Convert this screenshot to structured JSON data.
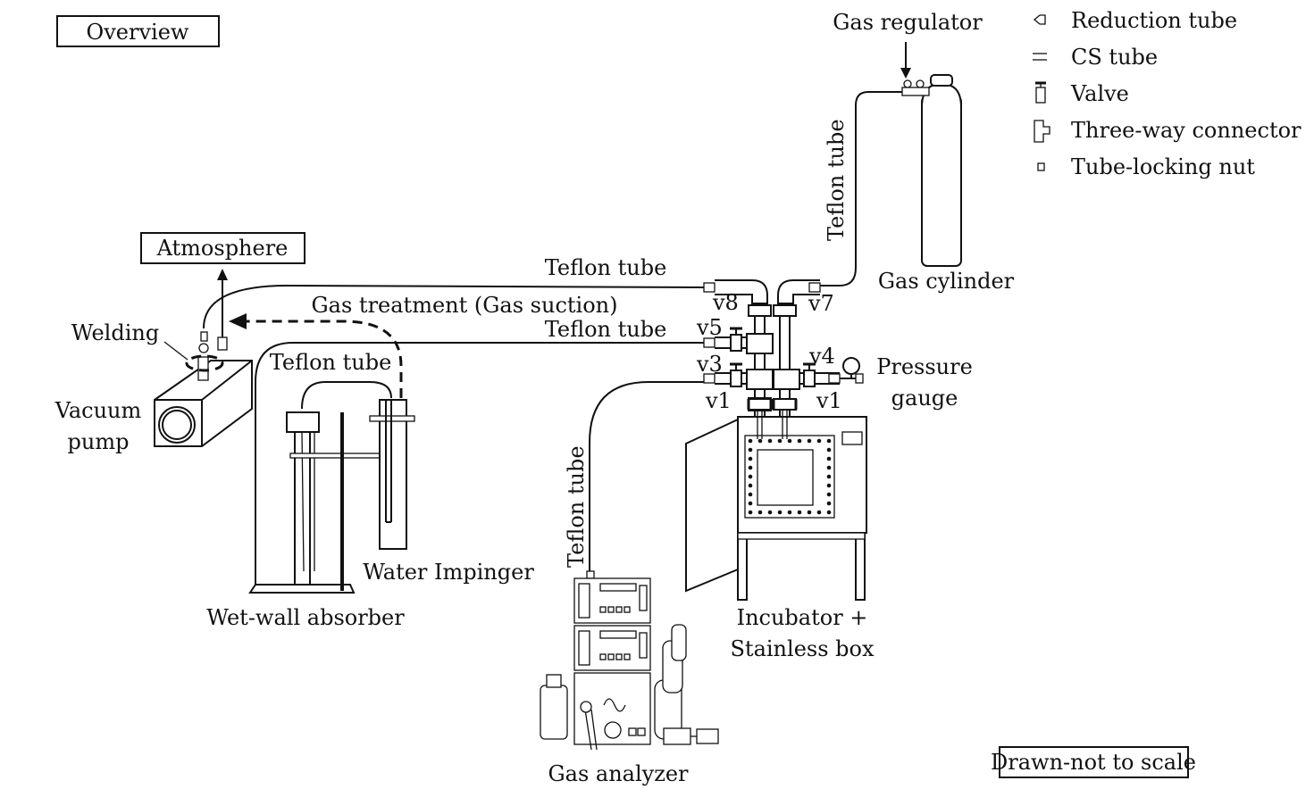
{
  "labels": {
    "overview": "Overview",
    "atmosphere": "Atmosphere",
    "welding": "Welding",
    "vacuum_pump_line1": "Vacuum",
    "vacuum_pump_line2": "pump",
    "teflon_tube": "Teflon tube",
    "gas_treatment": "Gas treatment (Gas suction)",
    "water_impinger": "Water Impinger",
    "wet_wall_absorber": "Wet-wall absorber",
    "gas_analyzer": "Gas analyzer",
    "incubator_line1": "Incubator +",
    "incubator_line2": "Stainless box",
    "pressure_gauge_line1": "Pressure",
    "pressure_gauge_line2": "gauge",
    "gas_cylinder": "Gas cylinder",
    "gas_regulator": "Gas regulator",
    "drawn_not_to_scale": "Drawn-not to scale"
  },
  "valves": {
    "v8": "v8",
    "v5": "v5",
    "v3": "v3",
    "v1_left": "v1",
    "v7": "v7",
    "v4": "v4",
    "v1_right": "v1"
  },
  "legend": [
    {
      "icon": "reduction-tube-icon",
      "label": "Reduction tube"
    },
    {
      "icon": "cs-tube-icon",
      "label": "CS tube"
    },
    {
      "icon": "valve-icon",
      "label": "Valve"
    },
    {
      "icon": "three-way-connector-icon",
      "label": "Three-way connector"
    },
    {
      "icon": "tube-locking-nut-icon",
      "label": "Tube-locking nut"
    }
  ]
}
